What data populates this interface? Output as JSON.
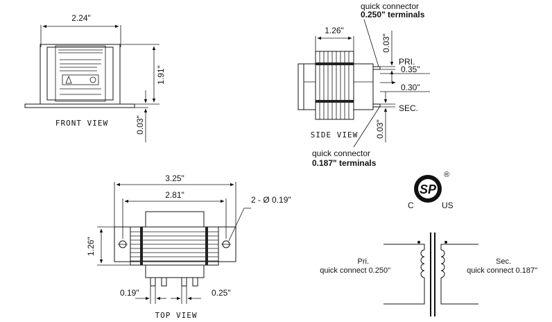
{
  "front_view": {
    "width_dim": "2.24\"",
    "height_dim": "1.91\"",
    "base_dim": "0.03\"",
    "title": "FRONT VIEW"
  },
  "side_view": {
    "width_dim": "1.26\"",
    "top_dim": "0.03\"",
    "bottom_dim": "0.03\"",
    "pri_label": "PRI.",
    "sec_label": "SEC.",
    "dim_a": "0.35\"",
    "dim_b": "0.30\"",
    "top_note_1": "quick connector",
    "top_note_2": "0.250\"  terminals",
    "bottom_note_1": "quick connector",
    "bottom_note_2": "0.187\"  terminals",
    "title": "SIDE VIEW"
  },
  "top_view": {
    "overall_dim": "3.25\"",
    "hole_spacing": "2.81\"",
    "hole_note": "2 - Ø  0.19\"",
    "depth_dim": "1.26\"",
    "left_tab": "0.19\"",
    "right_tab": "0.25\"",
    "title": "TOP VIEW"
  },
  "cert_mark": {
    "left": "C",
    "right": "US",
    "logo": "SP",
    "reg": "®"
  },
  "schematic": {
    "pri_label": "Pri.",
    "pri_note": "quick connect 0.250\"",
    "sec_label": "Sec.",
    "sec_note": "quick connect 0.187\""
  }
}
